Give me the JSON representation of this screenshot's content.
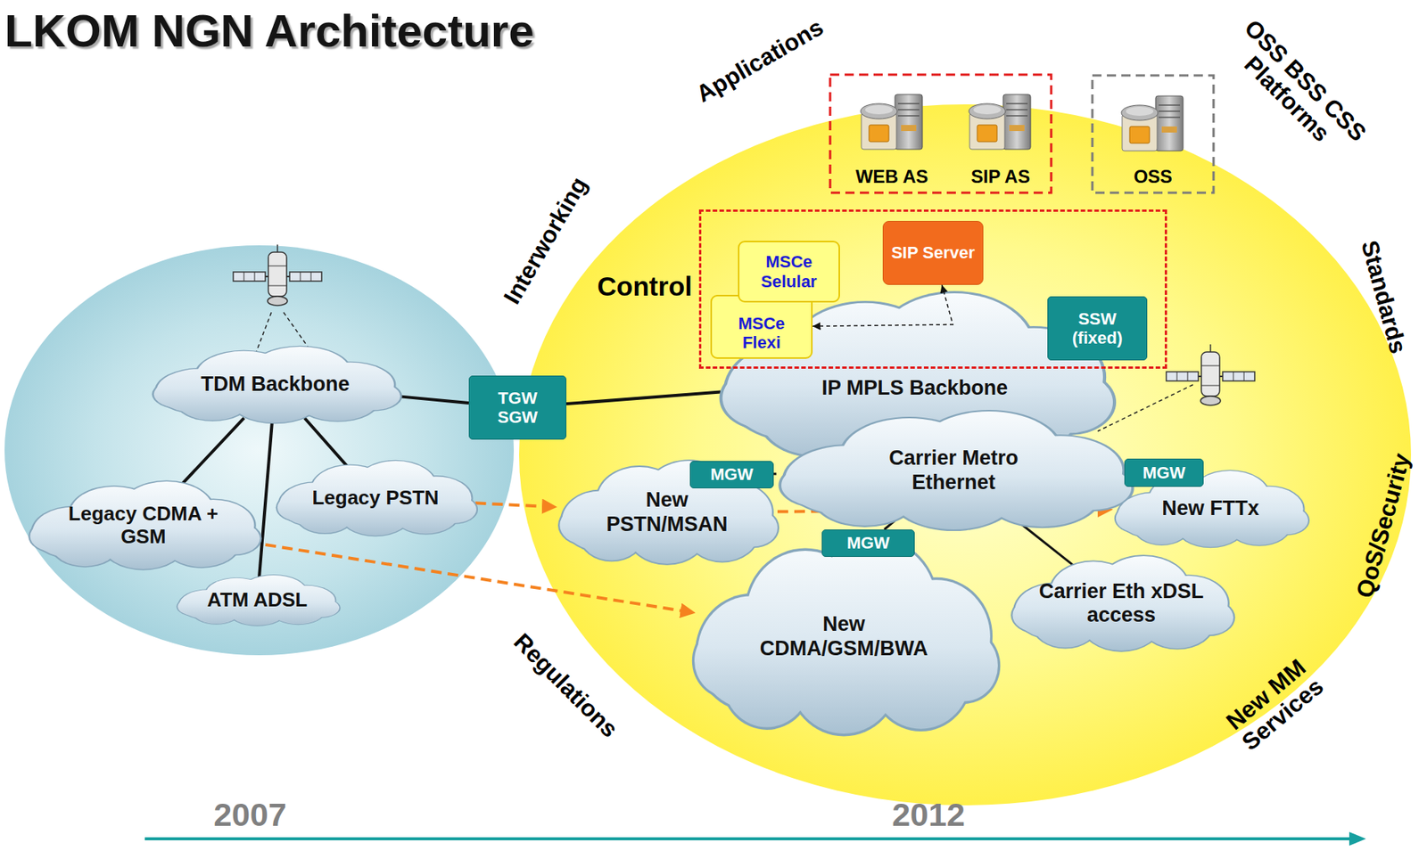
{
  "diagram": {
    "title": "LKOM NGN Architecture",
    "nodes": [
      {
        "text": [
          "WEB AS"
        ]
      },
      {
        "text": [
          "SIP AS"
        ]
      },
      {
        "text": [
          "OSS"
        ]
      },
      {
        "text": [
          "Control"
        ]
      },
      {
        "text": [
          "MSCe Selular"
        ],
        "in": 3
      },
      {
        "text": [
          "MSCe Flexi"
        ],
        "in": 3
      },
      {
        "text": [
          "SIP Server"
        ],
        "in": 3
      },
      {
        "text": [
          "SSW (fixed)"
        ],
        "in": 3
      },
      {
        "text": [
          "TDM Backbone"
        ]
      },
      {
        "text": [
          "Legacy CDMA + GSM"
        ]
      },
      {
        "text": [
          "Legacy PSTN"
        ]
      },
      {
        "text": [
          "ATM ADSL"
        ]
      },
      {
        "text": [
          "TGW SGW"
        ]
      },
      {
        "text": [
          "IP MPLS Backbone"
        ]
      },
      {
        "text": [
          "Carrier Metro Ethernet"
        ]
      },
      {
        "text": [
          "New PSTN/MSAN"
        ]
      },
      {
        "text": [
          "MGW"
        ]
      },
      {
        "text": [
          "New CDMA/GSM/BWA"
        ]
      },
      {
        "text": [
          "MGW"
        ]
      },
      {
        "text": [
          "New FTTx"
        ]
      },
      {
        "text": [
          "MGW"
        ]
      },
      {
        "text": [
          "Carrier Eth xDSL access"
        ]
      }
    ],
    "edges": [
      {
        "from": 8,
        "to": 9,
        "arrow": "none"
      },
      {
        "from": 8,
        "to": 10,
        "arrow": "none"
      },
      {
        "from": 8,
        "to": 11,
        "arrow": "none"
      },
      {
        "from": 8,
        "to": 12,
        "arrow": "none"
      },
      {
        "from": 12,
        "to": 13,
        "arrow": "none"
      },
      {
        "from": 14,
        "to": 16,
        "arrow": "none"
      },
      {
        "from": 14,
        "to": 18,
        "arrow": "none"
      },
      {
        "from": 14,
        "to": 20,
        "arrow": "none"
      },
      {
        "from": 14,
        "to": 21,
        "arrow": "none"
      },
      {
        "from": 10,
        "to": 15,
        "arrow": "to"
      },
      {
        "from": 15,
        "to": 19,
        "arrow": "to"
      },
      {
        "from": 9,
        "to": 17,
        "arrow": "to"
      },
      {
        "from": 5,
        "to": 6,
        "arrow": "both"
      }
    ],
    "labels": [
      "Applications",
      "OSS BSS CSS Platforms",
      "Interworking",
      "Standards",
      "QoS/Security",
      "New MM Services",
      "Regulations",
      "2007",
      "2012"
    ]
  }
}
